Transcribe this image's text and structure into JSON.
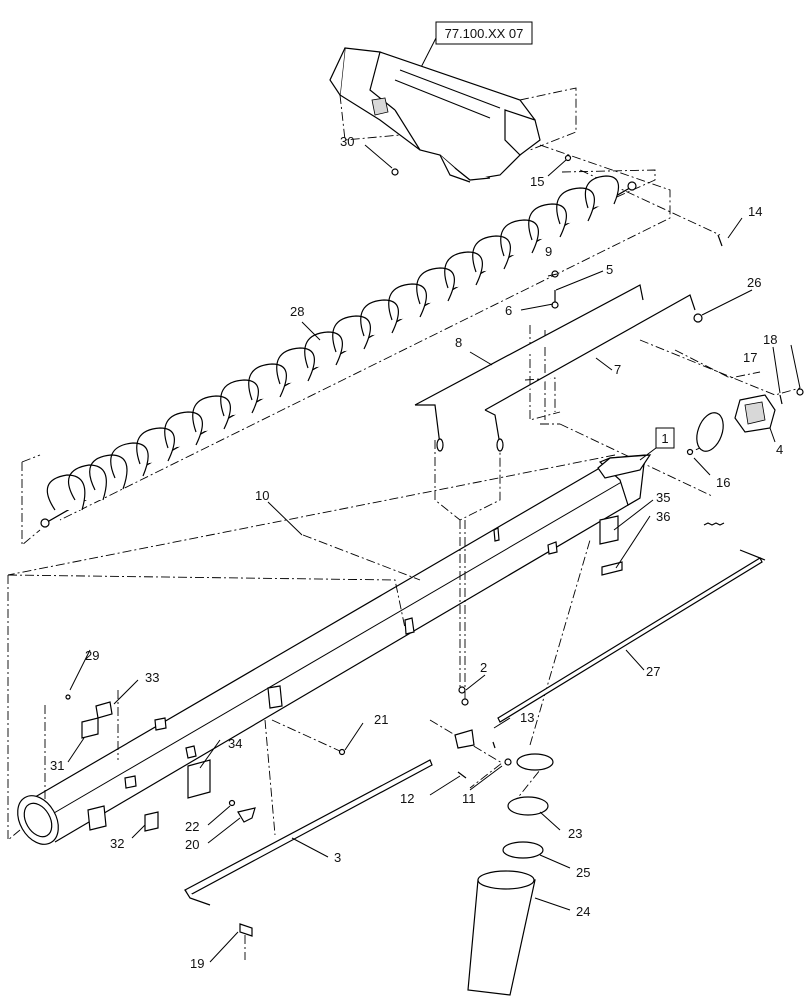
{
  "diagram": {
    "reference_box": "77.100.XX 07",
    "assembly_box": "1",
    "callouts": [
      "2",
      "3",
      "4",
      "5",
      "6",
      "7",
      "8",
      "9",
      "10",
      "11",
      "12",
      "13",
      "14",
      "15",
      "16",
      "17",
      "18",
      "19",
      "20",
      "21",
      "22",
      "23",
      "24",
      "25",
      "26",
      "27",
      "28",
      "29",
      "30",
      "31",
      "32",
      "33",
      "34",
      "35",
      "36"
    ]
  }
}
